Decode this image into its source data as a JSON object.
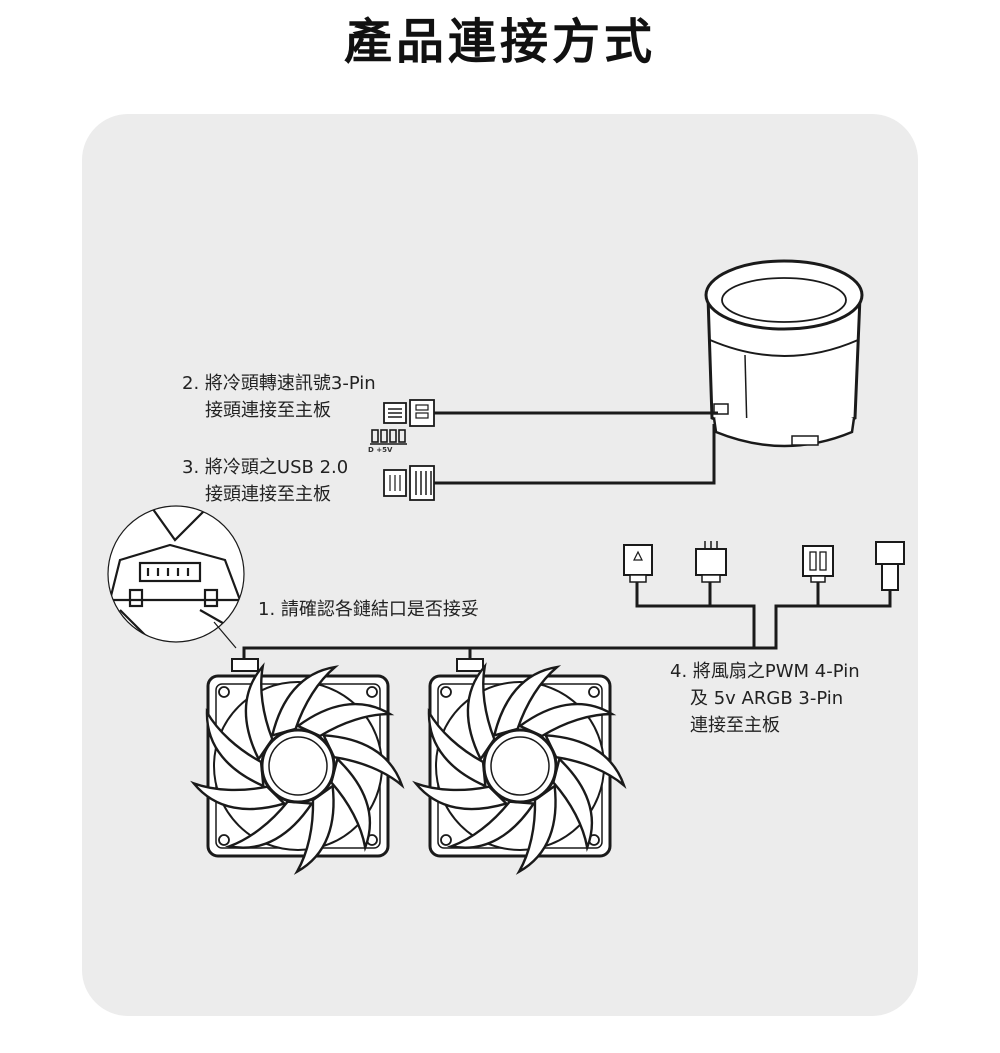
{
  "title": "產品連接方式",
  "steps": [
    {
      "line1": "1. 請確認各鏈結口是否接妥"
    },
    {
      "line1": "2. 將冷頭轉速訊號3-Pin",
      "line2": "接頭連接至主板"
    },
    {
      "line1": "3. 將冷頭之USB 2.0",
      "line2": "接頭連接至主板"
    },
    {
      "line1": "4. 將風扇之PWM 4-Pin",
      "line2": "及 5v ARGB 3-Pin",
      "line3": "連接至主板"
    }
  ],
  "pin_label": "D +5V",
  "colors": {
    "line": "#1a1a1a",
    "panel": "#ececec",
    "background": "#ffffff"
  }
}
